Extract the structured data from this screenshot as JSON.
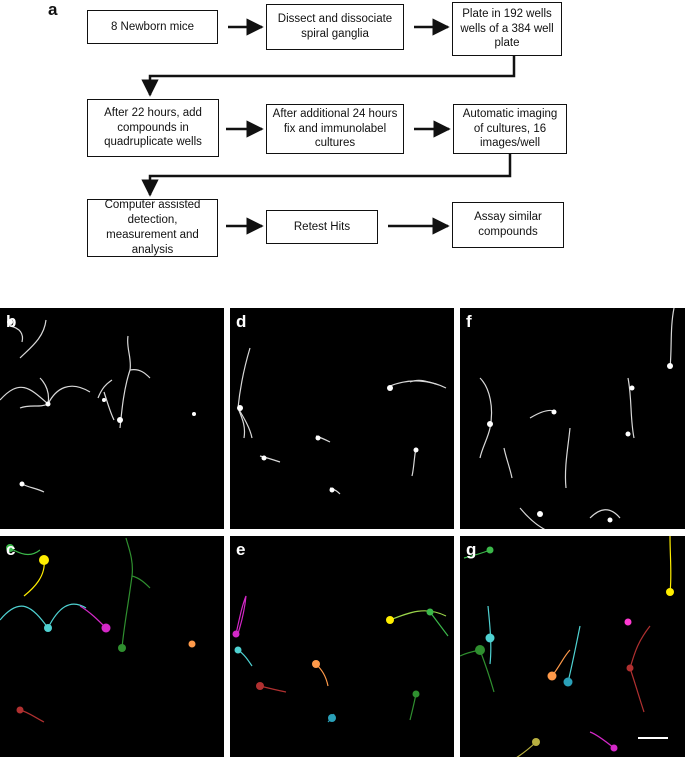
{
  "flowchart": {
    "label": "a",
    "steps": [
      "8 Newborn mice",
      "Dissect and dissociate spiral ganglia",
      "Plate in 192 wells wells of a 384 well plate",
      "After 22 hours, add compounds in quadruplicate wells",
      "After additional 24 hours fix and immunolabel cultures",
      "Automatic imaging of cultures, 16 images/well",
      "Computer assisted detection, measurement and analysis",
      "Retest Hits",
      "Assay similar compounds"
    ]
  },
  "panels": {
    "b": "b",
    "d": "d",
    "f": "f",
    "c": "c",
    "e": "e",
    "g": "g"
  },
  "colors": {
    "background": "#000000",
    "neurite_gray": "#d8d8d8",
    "trace_colors": [
      "#3bb84a",
      "#ffee00",
      "#4fd2d2",
      "#d428c8",
      "#2f8f2f",
      "#ff9a4a",
      "#b03030",
      "#2aa0b8",
      "#9ad44a",
      "#b8b040",
      "#ff3ad2"
    ]
  }
}
